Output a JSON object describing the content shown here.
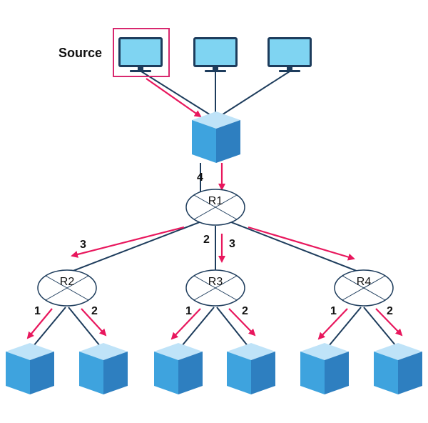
{
  "source_label": "Source",
  "routers": [
    {
      "label": "R1"
    },
    {
      "label": "R2"
    },
    {
      "label": "R3"
    },
    {
      "label": "R4"
    }
  ],
  "interfaces": {
    "r1_up": "4",
    "r1_left": "3",
    "r1_down": "2",
    "r1_right": "3",
    "r2_left": "1",
    "r2_right": "2",
    "r3_left": "1",
    "r3_right": "2",
    "r4_left": "1",
    "r4_right": "2"
  },
  "colors": {
    "link": "#1d3c5c",
    "arrow": "#e8175d",
    "source_highlight": "#d8276e",
    "cube_top": "#bfe3f8",
    "cube_left": "#3ea3de",
    "cube_right": "#2e7fc0",
    "screen": "#7fd4f2"
  }
}
